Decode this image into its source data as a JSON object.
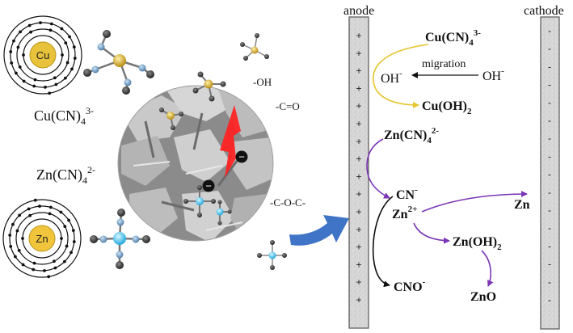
{
  "atoms": {
    "cu": {
      "symbol": "Cu",
      "color": "#e8c23a"
    },
    "zn": {
      "symbol": "Zn",
      "color": "#f0c53c"
    }
  },
  "left_labels": {
    "cu_complex": {
      "base": "Cu(CN)",
      "sub": "4",
      "sup": "3-"
    },
    "zn_complex": {
      "base": "Zn(CN)",
      "sub": "4",
      "sup": "2-"
    }
  },
  "surface_groups": {
    "oh": "-OH",
    "co": "-C=O",
    "coc": "-C-O-C-"
  },
  "electrodes": {
    "anode_label": "anode",
    "cathode_label": "cathode",
    "anode_sign": "+",
    "cathode_sign": "-"
  },
  "reactions": {
    "cu_complex": {
      "base": "Cu(CN)",
      "sub": "4",
      "sup": "3-"
    },
    "migration_label": "migration",
    "oh_right": {
      "base": "OH",
      "sup": "-"
    },
    "oh_left": {
      "base": "OH",
      "sup": "-"
    },
    "cu_oh2": {
      "base": "Cu(OH)",
      "sub": "2"
    },
    "zn_complex": {
      "base": "Zn(CN)",
      "sub": "4",
      "sup": "2-"
    },
    "cn": {
      "base": "CN",
      "sup": "-"
    },
    "zn_ion": {
      "base": "Zn",
      "sup": "2+"
    },
    "zn_metal": "Zn",
    "zn_oh2": {
      "base": "Zn(OH)",
      "sub": "2"
    },
    "cno": {
      "base": "CNO",
      "sup": "-"
    },
    "zno": "ZnO"
  },
  "colors": {
    "cu_path": "#e6c52e",
    "zn_path": "#7a35b5",
    "arrow_blue": "#3f74c7",
    "electrode_fill": "#dcdcdc",
    "electron_badge": "#111111",
    "lightning": "#ff2020"
  },
  "electron_symbol": "−"
}
